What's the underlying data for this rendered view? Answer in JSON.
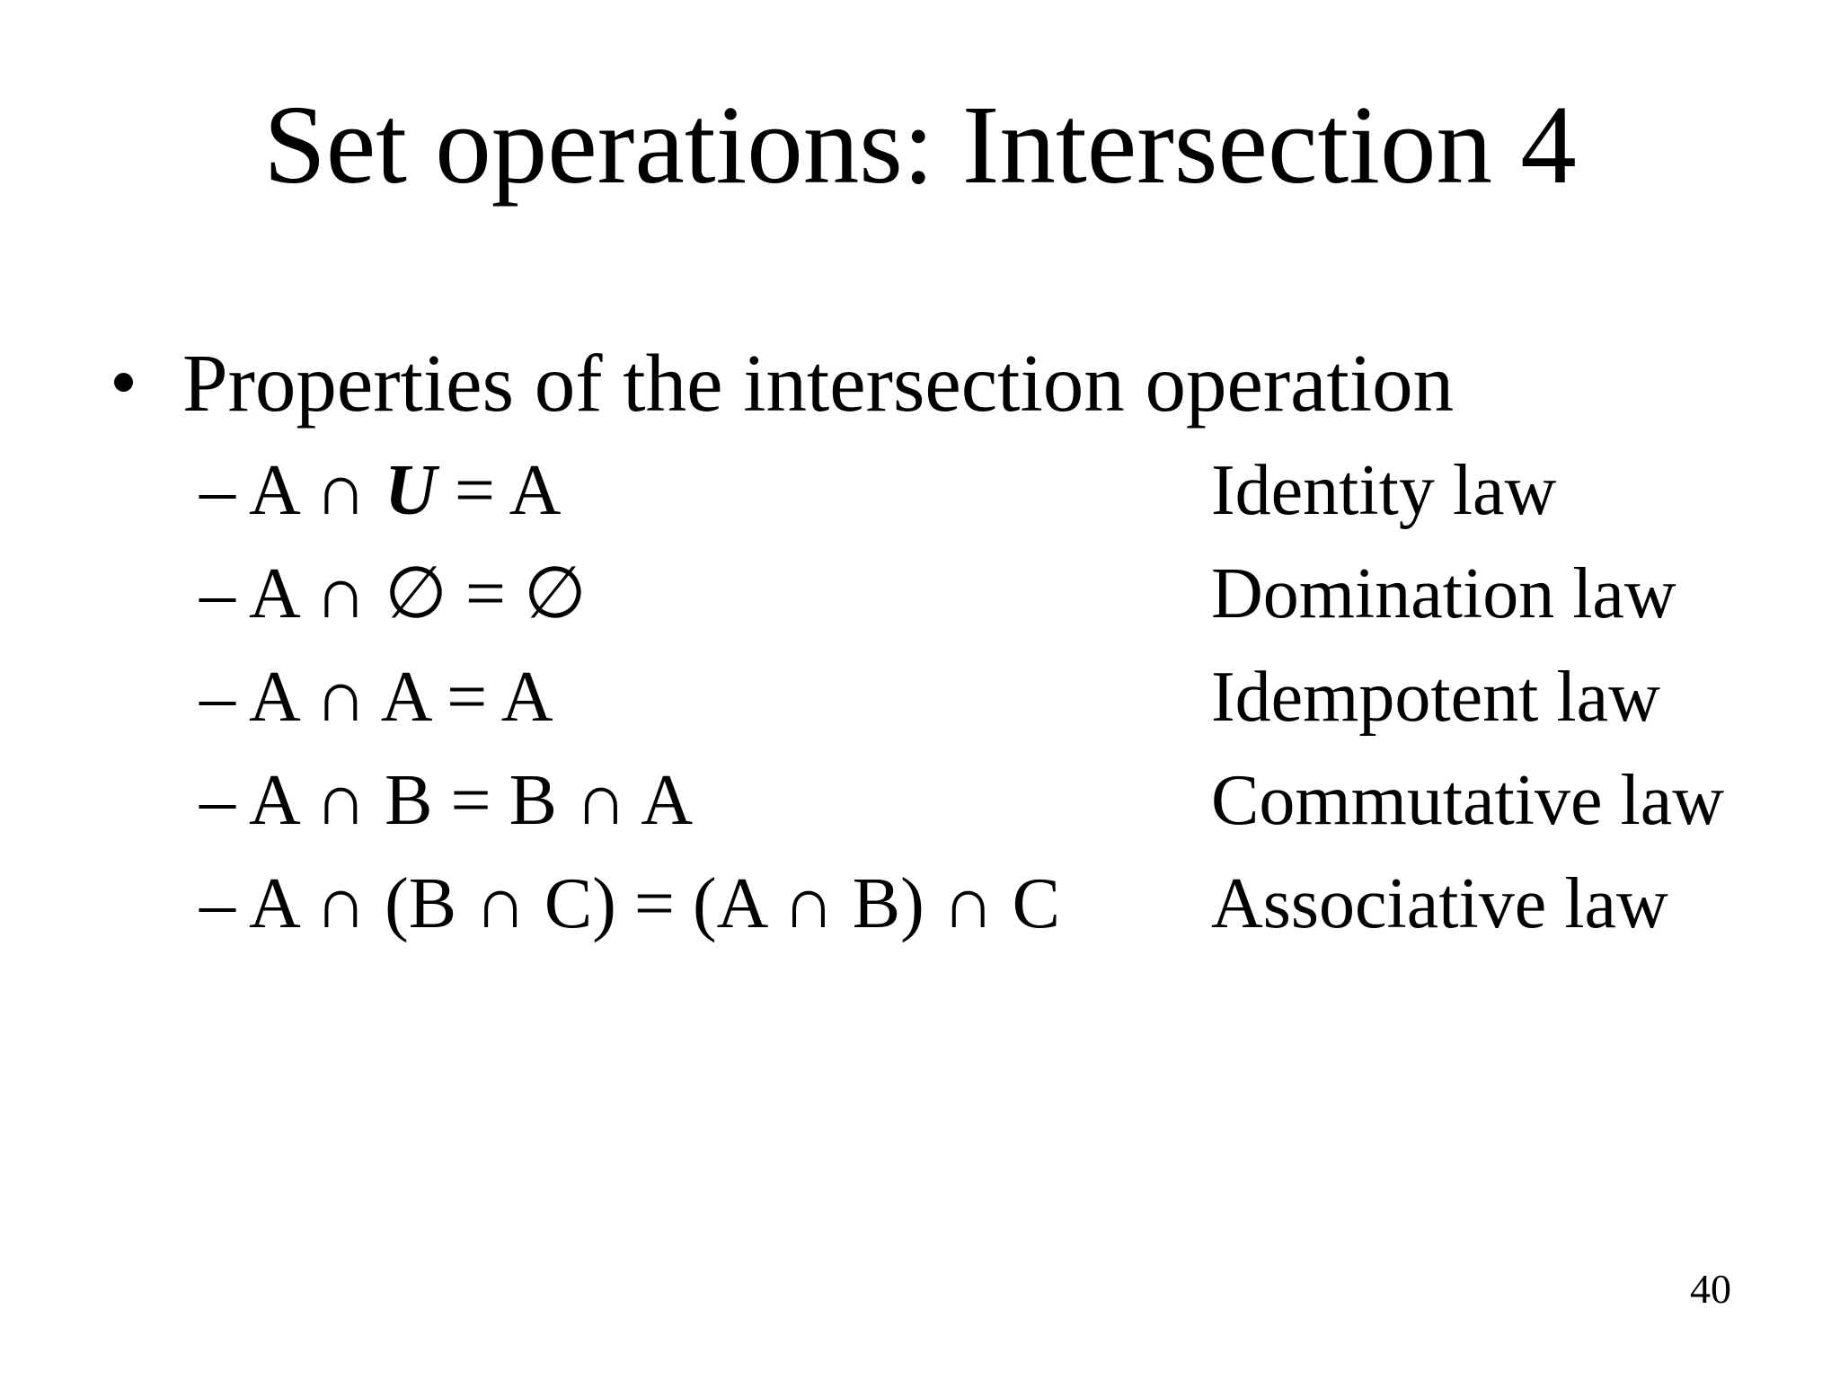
{
  "slide": {
    "title": "Set operations: Intersection 4",
    "bullet": "Properties of the intersection operation",
    "rows": [
      {
        "dash": "–",
        "parts": [
          {
            "text": "A ∩ "
          },
          {
            "text": "U",
            "bold_italic": true
          },
          {
            "text": " = A"
          }
        ],
        "law": "Identity law"
      },
      {
        "dash": "–",
        "parts": [
          {
            "text": "A ∩ ∅ = ∅"
          }
        ],
        "law": "Domination law"
      },
      {
        "dash": "–",
        "parts": [
          {
            "text": "A ∩ A = A"
          }
        ],
        "law": "Idempotent law"
      },
      {
        "dash": "–",
        "parts": [
          {
            "text": "A ∩ B = B ∩ A"
          }
        ],
        "law": "Commutative law"
      },
      {
        "dash": "–",
        "parts": [
          {
            "text": "A ∩ (B ∩ C) = (A ∩ B) ∩ C"
          }
        ],
        "law": "Associative law"
      }
    ],
    "page_number": "40",
    "colors": {
      "text": "#000000",
      "background": "#ffffff"
    }
  }
}
